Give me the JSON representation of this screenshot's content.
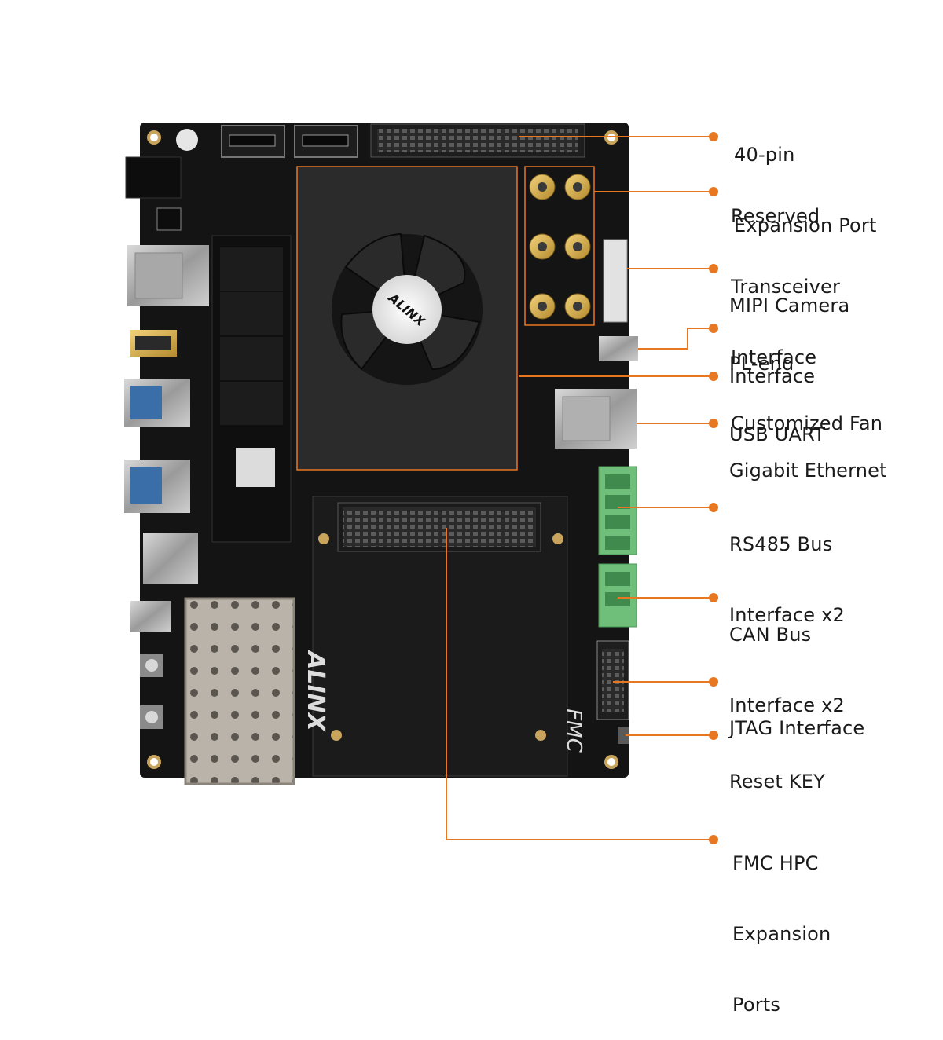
{
  "colors": {
    "accent": "#e87722",
    "board": "#141414",
    "text": "#1a1a1a"
  },
  "board": {
    "brand_top": "ALINX",
    "brand_side": "ALINX",
    "fmc_mark": "FMC"
  },
  "callouts": [
    {
      "id": "expansion-port",
      "lines": [
        "40-pin",
        "Expansion Port"
      ]
    },
    {
      "id": "transceiver",
      "lines": [
        "Reserved",
        "Transceiver",
        "Interface"
      ]
    },
    {
      "id": "mipi",
      "lines": [
        "MIPI Camera",
        "Interface"
      ]
    },
    {
      "id": "pl-uart",
      "lines": [
        "PL-end",
        "USB UART"
      ]
    },
    {
      "id": "fan",
      "lines": [
        "Customized Fan"
      ]
    },
    {
      "id": "ethernet",
      "lines": [
        "Gigabit Ethernet"
      ]
    },
    {
      "id": "rs485",
      "lines": [
        "RS485 Bus",
        "Interface x2"
      ]
    },
    {
      "id": "can",
      "lines": [
        "CAN Bus",
        "Interface x2"
      ]
    },
    {
      "id": "jtag",
      "lines": [
        "JTAG Interface"
      ]
    },
    {
      "id": "reset",
      "lines": [
        "Reset KEY"
      ]
    },
    {
      "id": "fmc",
      "lines": [
        "FMC HPC",
        "Expansion",
        "Ports"
      ]
    }
  ]
}
